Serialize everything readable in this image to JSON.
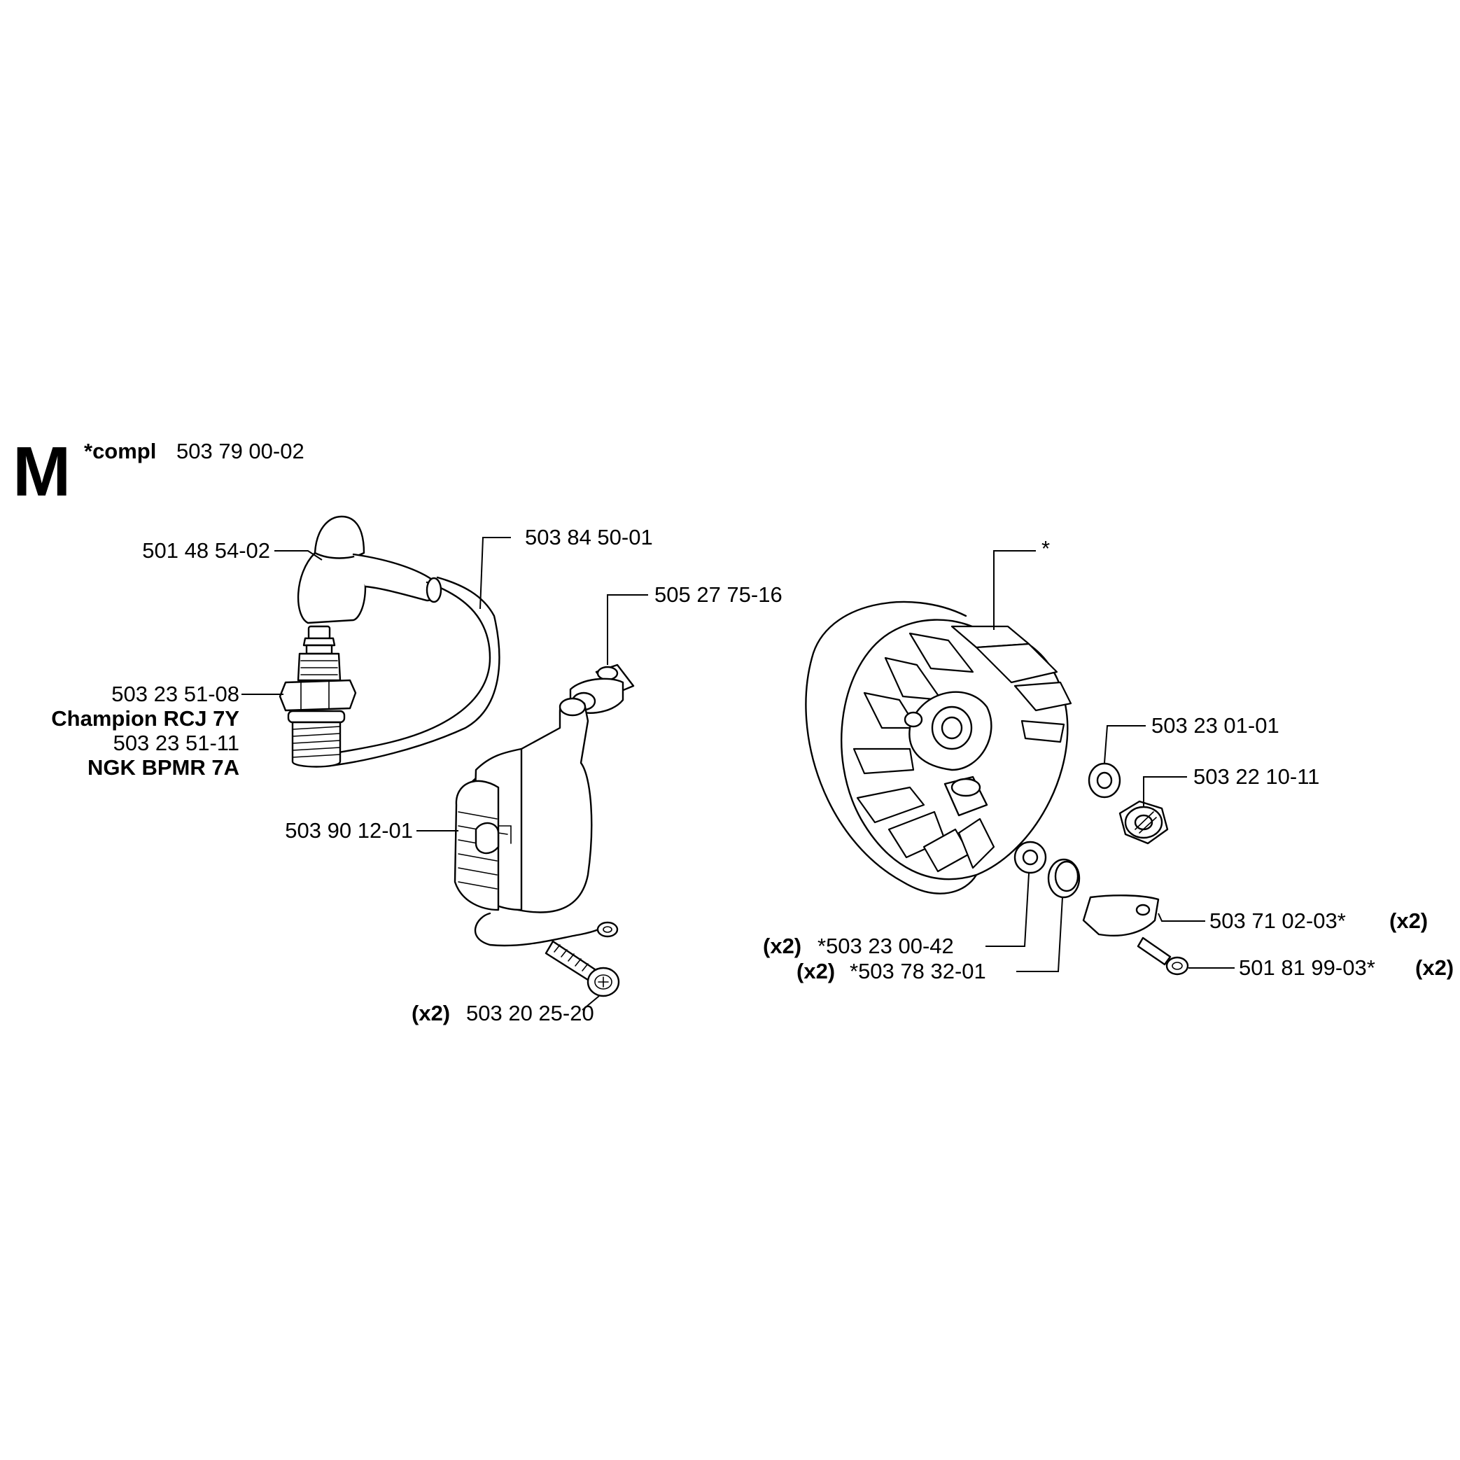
{
  "section": {
    "letter": "M",
    "compl_prefix": "*compl",
    "compl_number": "503 79 00-02"
  },
  "labels": {
    "cap": "501 48 54-02",
    "lead": "503 84 50-01",
    "grommet": "505 27 75-16",
    "plug_a": "503 23 51-08",
    "plug_a_brand": "Champion RCJ 7Y",
    "plug_b": "503 23 51-11",
    "plug_b_brand": "NGK BPMR 7A",
    "module": "503 90 12-01",
    "screw_qty": "(x2)",
    "screw": "503 20 25-20",
    "flywheel_star": "*",
    "washer": "503 23 01-01",
    "nut": "503 22 10-11",
    "pawl": "503 71 02-03*",
    "pawl_qty": "(x2)",
    "pawl_screw": "501 81 99-03*",
    "pawl_screw_qty": "(x2)",
    "spacer_qty": "(x2)",
    "spacer": "*503 23 00-42",
    "spring_qty": "(x2)",
    "spring": "*503 78 32-01"
  }
}
